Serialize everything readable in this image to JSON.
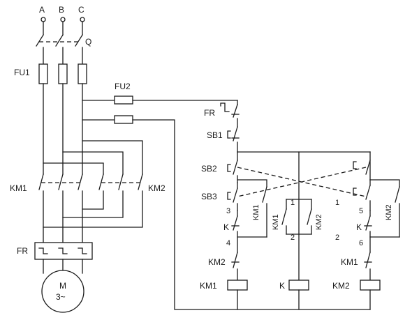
{
  "phases": [
    "A",
    "B",
    "C"
  ],
  "main": {
    "switch": "Q",
    "fuse": "FU1",
    "fuse_ctrl": "FU2",
    "km1": "KM1",
    "km2": "KM2",
    "fr": "FR",
    "motor_line1": "M",
    "motor_line2": "3~"
  },
  "control": {
    "fr": "FR",
    "sb1": "SB1",
    "sb2": "SB2",
    "sb3": "SB3",
    "k": "K",
    "km1": "KM1",
    "km2": "KM2",
    "nodes": [
      "3",
      "4",
      "1",
      "2",
      "1",
      "2",
      "5",
      "6"
    ],
    "coil_km1": "KM1",
    "coil_k": "K",
    "coil_km2": "KM2"
  }
}
